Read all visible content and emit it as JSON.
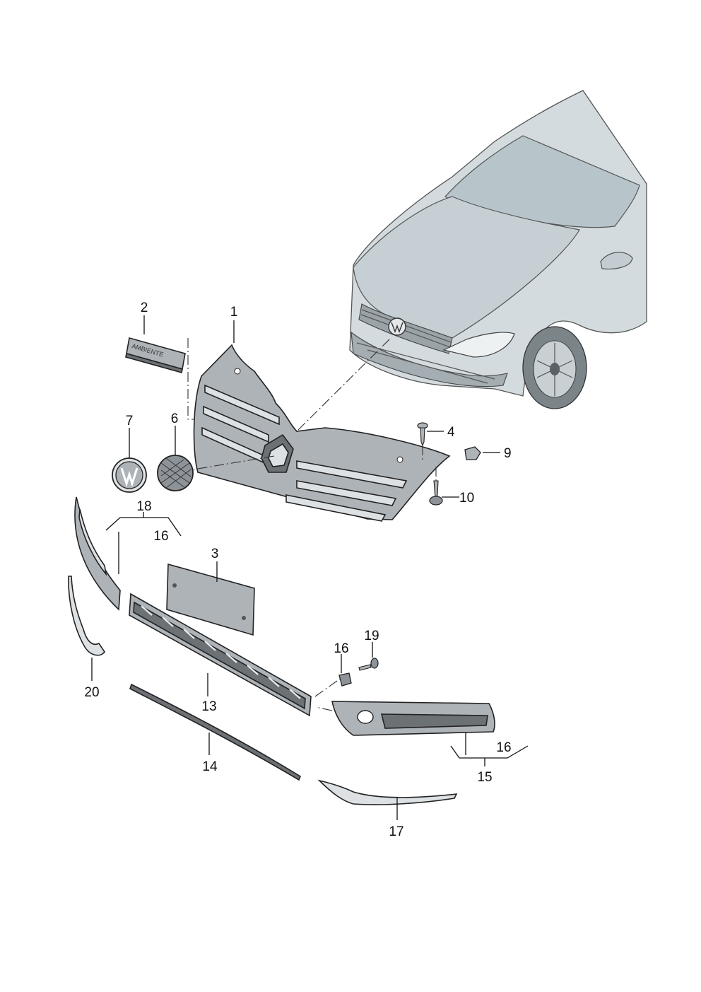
{
  "labels": {
    "l1": "1",
    "l2": "2",
    "l3": "3",
    "l4": "4",
    "l6": "6",
    "l7": "7",
    "l9": "9",
    "l10": "10",
    "l13": "13",
    "l14": "14",
    "l15": "15",
    "l16a": "16",
    "l16b": "16",
    "l16c": "16",
    "l17": "17",
    "l18": "18",
    "l19": "19",
    "l20": "20"
  },
  "strip_text": "AMBIENTE",
  "colors": {
    "part_fill": "#aeb3b8",
    "car_fill": "#d3dbde",
    "glass": "#b7c5ca",
    "outline": "#222222"
  },
  "icons": {
    "badge": "vw-logo-icon"
  }
}
